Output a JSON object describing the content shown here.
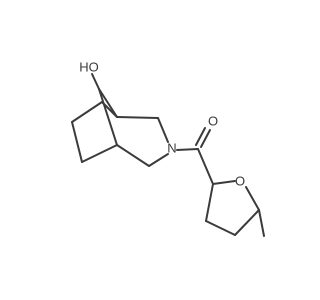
{
  "molecule": {
    "atom_labels": {
      "hydroxyl": "HO",
      "amine_nitrogen": "N",
      "carbonyl_oxygen": "O",
      "ring_oxygen": "O"
    },
    "colors": {
      "bond": "#3b3b3b",
      "label": "#3b3b3b",
      "background": "#ffffff"
    }
  }
}
